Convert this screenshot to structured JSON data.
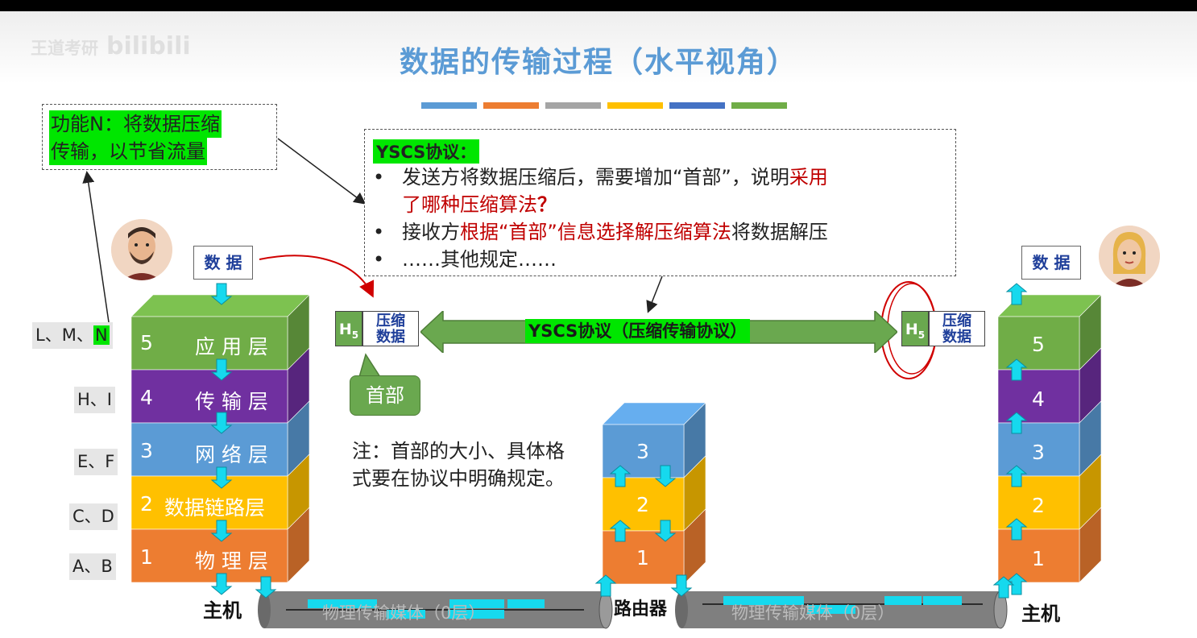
{
  "header": {
    "title": "数据的传输过程（水平视角）",
    "watermark": "bilibili",
    "color_bar": [
      "#5b9bd5",
      "#ed7d31",
      "#a5a5a5",
      "#ffc000",
      "#4472c4",
      "#70ad47"
    ]
  },
  "function_box": {
    "line1": "功能N：将数据压缩",
    "line2": "传输，以节省流量"
  },
  "protocol_box": {
    "heading": "YSCS协议：",
    "bullet_char": "•",
    "bullet1_a": "发送方将数据压缩后，需要增加“首部”，说明",
    "bullet1_b": "采用",
    "bullet1_c": "了哪种压缩算法",
    "bullet1_q": "？",
    "bullet2_a": "接收方",
    "bullet2_b": "根据“首部”信息选择解压缩算法",
    "bullet2_c": "将数据解压",
    "bullet3": "……其他规定……"
  },
  "left_labels": [
    "L、M、",
    "N",
    "H、I",
    "E、F",
    "C、D",
    "A、B"
  ],
  "sender": {
    "data_label": "数 据",
    "layers": [
      {
        "num": "5",
        "name": "应 用 层",
        "color": "#70ad47"
      },
      {
        "num": "4",
        "name": "传 输 层",
        "color": "#7030a0"
      },
      {
        "num": "3",
        "name": "网 络 层",
        "color": "#5b9bd5"
      },
      {
        "num": "2",
        "name": "数据链路层",
        "color": "#ffc000"
      },
      {
        "num": "1",
        "name": "物 理 层",
        "color": "#ed7d31"
      }
    ],
    "host_label": "主机"
  },
  "packet_left": {
    "h5": "H",
    "h5_sub": "5",
    "content1": "压缩",
    "content2": "数据"
  },
  "packet_right": {
    "h5": "H",
    "h5_sub": "5",
    "content1": "压缩",
    "content2": "数据"
  },
  "protocol_arrow_label": "YSCS协议（压缩传输协议）",
  "header_callout": "首部",
  "note": "注：首部的大小、具体格式要在协议中明确规定。",
  "router": {
    "layers": [
      "3",
      "2",
      "1"
    ],
    "label": "路由器"
  },
  "receiver": {
    "data_label": "数 据",
    "layers": [
      "5",
      "4",
      "3",
      "2",
      "1"
    ],
    "host_label": "主机"
  },
  "medium_left": "物理传输媒体（0层）",
  "medium_right": "物理传输媒体（0层）"
}
